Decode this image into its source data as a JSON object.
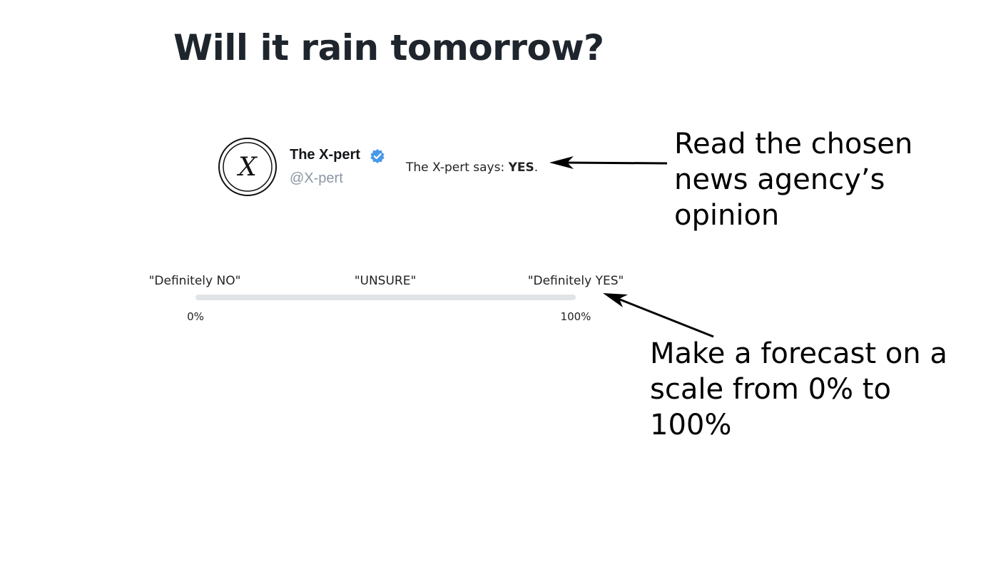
{
  "question": "Will it rain tomorrow?",
  "account": {
    "avatar_letter": "X",
    "display_name": "The X-pert",
    "handle": "@X-pert",
    "verified": true,
    "verified_color": "#4a99e9"
  },
  "opinion": {
    "prefix": "The X-pert says: ",
    "answer": "YES",
    "suffix": "."
  },
  "annotations": {
    "read": "Read the chosen news agency’s opinion",
    "forecast": "Make a forecast on a scale from 0% to 100%"
  },
  "scale": {
    "labels": {
      "left": "\"Definitely NO\"",
      "middle": "\"UNSURE\"",
      "right": "\"Definitely YES\""
    },
    "min_label": "0%",
    "max_label": "100%",
    "value": null,
    "track_color": "#e1e4e7"
  },
  "icons": {
    "avatar": "x-monogram-seal-icon",
    "verified": "verified-badge-icon",
    "arrow_read": "arrow-left-icon",
    "arrow_forecast": "arrow-up-left-icon"
  }
}
